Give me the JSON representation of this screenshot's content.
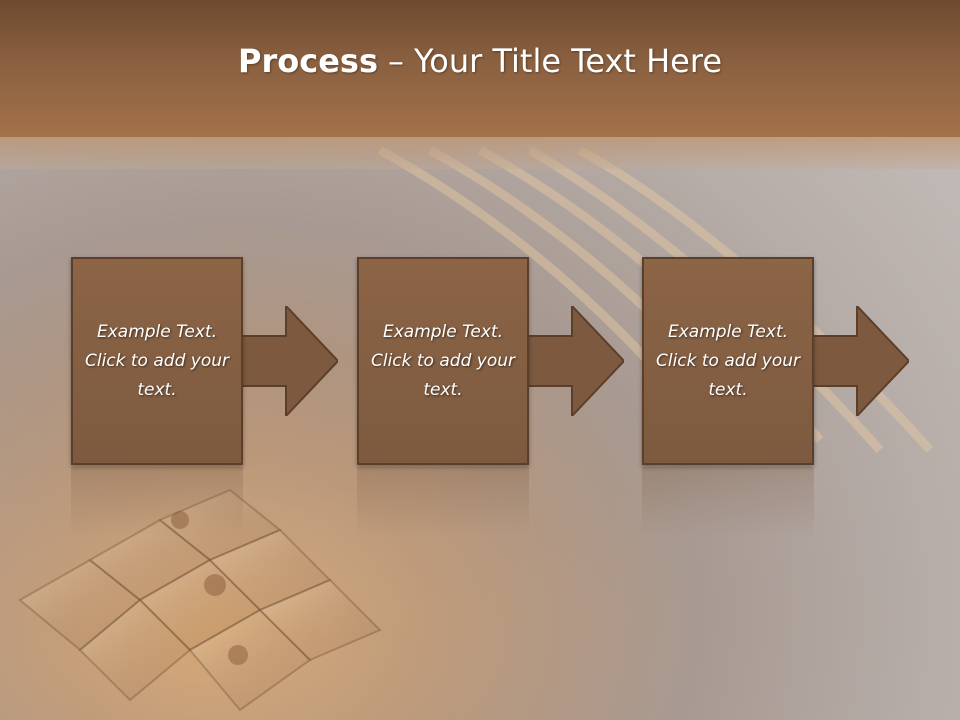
{
  "slide": {
    "title_bold": "Process",
    "title_sep": "–",
    "title_rest": "Your Title Text Here"
  },
  "steps": [
    {
      "text": "Example Text. Click  to add your text."
    },
    {
      "text": "Example Text. Click  to add your text."
    },
    {
      "text": "Example Text. Click  to add your text."
    }
  ],
  "colors": {
    "header": "#8a6040",
    "box_fill": "#85603f",
    "box_border": "#5c3f2a",
    "text": "#ffffff"
  }
}
